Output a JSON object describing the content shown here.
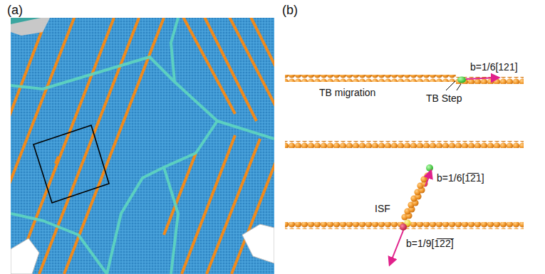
{
  "diagram": {
    "labels": [
      "(a)",
      "(b)",
      "TB migration",
      "TB Step",
      "b=1/6[121]",
      "ISF",
      "b=1/6[1̅2̅1]",
      "b=1/9[1̅2̅2̅]"
    ]
  }
}
